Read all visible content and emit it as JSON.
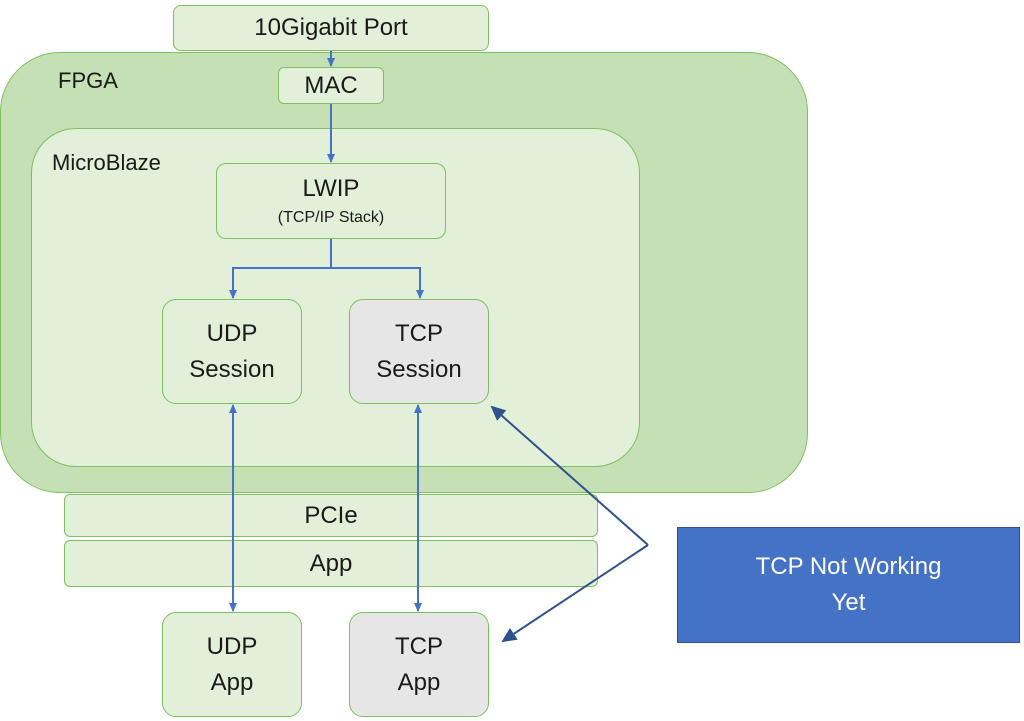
{
  "port": {
    "label": "10Gigabit Port"
  },
  "fpga": {
    "label": "FPGA"
  },
  "mac": {
    "label": "MAC"
  },
  "microblaze": {
    "label": "MicroBlaze"
  },
  "lwip": {
    "label": "LWIP",
    "sublabel": "(TCP/IP Stack)"
  },
  "udp_session": {
    "line1": "UDP",
    "line2": "Session"
  },
  "tcp_session": {
    "line1": "TCP",
    "line2": "Session"
  },
  "pcie": {
    "label": "PCIe"
  },
  "app_bar": {
    "label": "App"
  },
  "udp_app": {
    "line1": "UDP",
    "line2": "App"
  },
  "tcp_app": {
    "line1": "TCP",
    "line2": "App"
  },
  "callout": {
    "line1": "TCP Not Working",
    "line2": "Yet"
  },
  "colors": {
    "outer_green": "#c5e0b4",
    "inner_green": "#e2efd9",
    "border_green": "#7fbf5f",
    "grey_box": "#e6e6e6",
    "arrow_blue": "#4472c4",
    "callout_blue": "#4472c4"
  }
}
